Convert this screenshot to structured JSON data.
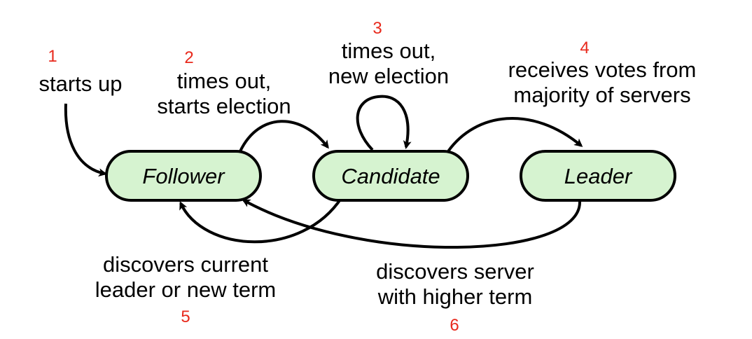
{
  "states": {
    "follower": "Follower",
    "candidate": "Candidate",
    "leader": "Leader"
  },
  "transitions": [
    {
      "number": "1",
      "lines": [
        "starts up"
      ]
    },
    {
      "number": "2",
      "lines": [
        "times out,",
        "starts election"
      ]
    },
    {
      "number": "3",
      "lines": [
        "times out,",
        "new election"
      ]
    },
    {
      "number": "4",
      "lines": [
        "receives votes from",
        "majority of servers"
      ]
    },
    {
      "number": "5",
      "lines": [
        "discovers current",
        "leader or new term"
      ]
    },
    {
      "number": "6",
      "lines": [
        "discovers server",
        "with higher term"
      ]
    }
  ],
  "colors": {
    "state_fill": "#d6f3d0",
    "stroke": "#000000",
    "number": "#e8291c"
  }
}
